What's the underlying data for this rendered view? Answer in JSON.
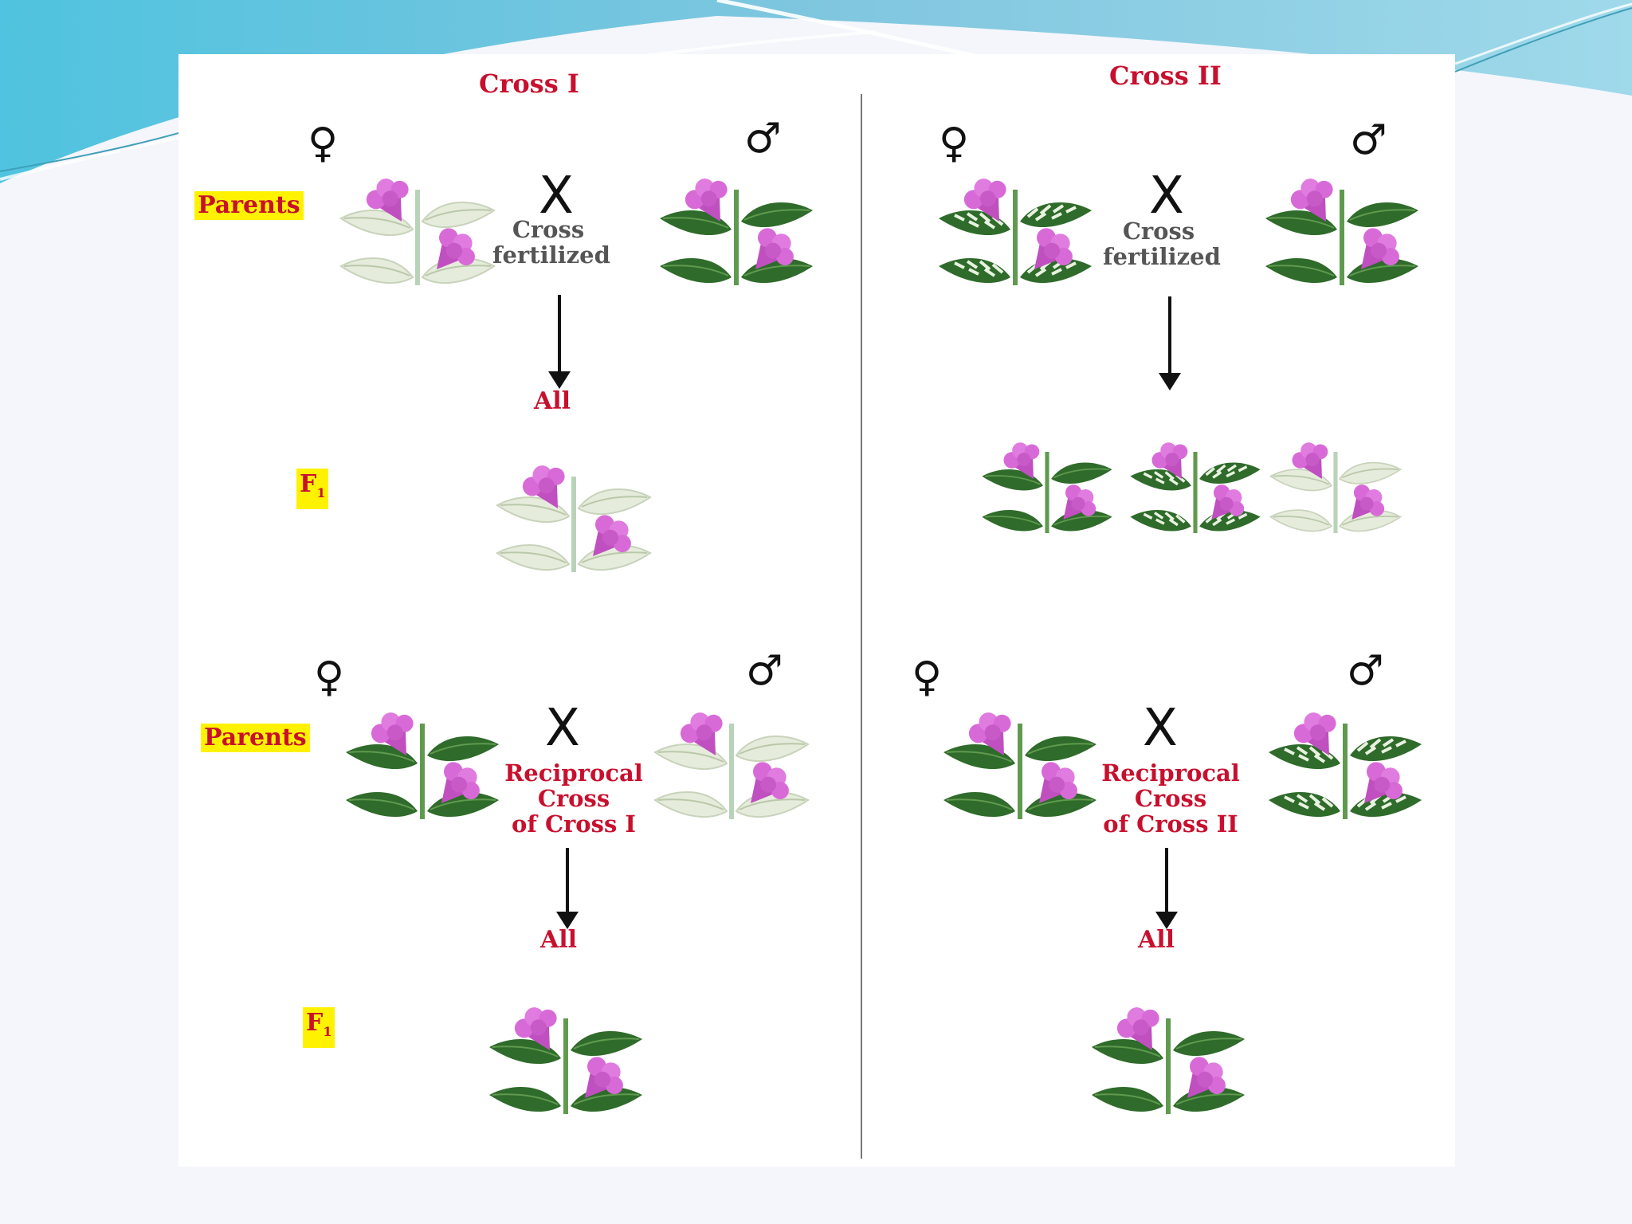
{
  "cross1": {
    "title": "Cross I",
    "parents_label": "Parents",
    "female_symbol": "♀",
    "male_symbol": "♂",
    "x_symbol": "X",
    "cross_text_line1": "Cross",
    "cross_text_line2": "fertilized",
    "all_label": "All",
    "f1_label": "F",
    "f1_sub": "1"
  },
  "cross1_reciprocal": {
    "parents_label": "Parents",
    "female_symbol": "♀",
    "male_symbol": "♂",
    "x_symbol": "X",
    "text_line1": "Reciprocal",
    "text_line2": "Cross",
    "text_line3": "of Cross I",
    "all_label": "All",
    "f1_label": "F",
    "f1_sub": "1"
  },
  "cross2": {
    "title": "Cross II",
    "female_symbol": "♀",
    "male_symbol": "♂",
    "x_symbol": "X",
    "cross_text_line1": "Cross",
    "cross_text_line2": "fertilized"
  },
  "cross2_reciprocal": {
    "female_symbol": "♀",
    "male_symbol": "♂",
    "x_symbol": "X",
    "text_line1": "Reciprocal",
    "text_line2": "Cross",
    "text_line3": "of Cross II",
    "all_label": "All"
  },
  "colors": {
    "label_red": "#c8102e",
    "highlight_yellow": "#fff200",
    "green_leaf": "#2f6b2a",
    "white_leaf": "#e8ede0",
    "flower_pink": "#d86ad8"
  }
}
